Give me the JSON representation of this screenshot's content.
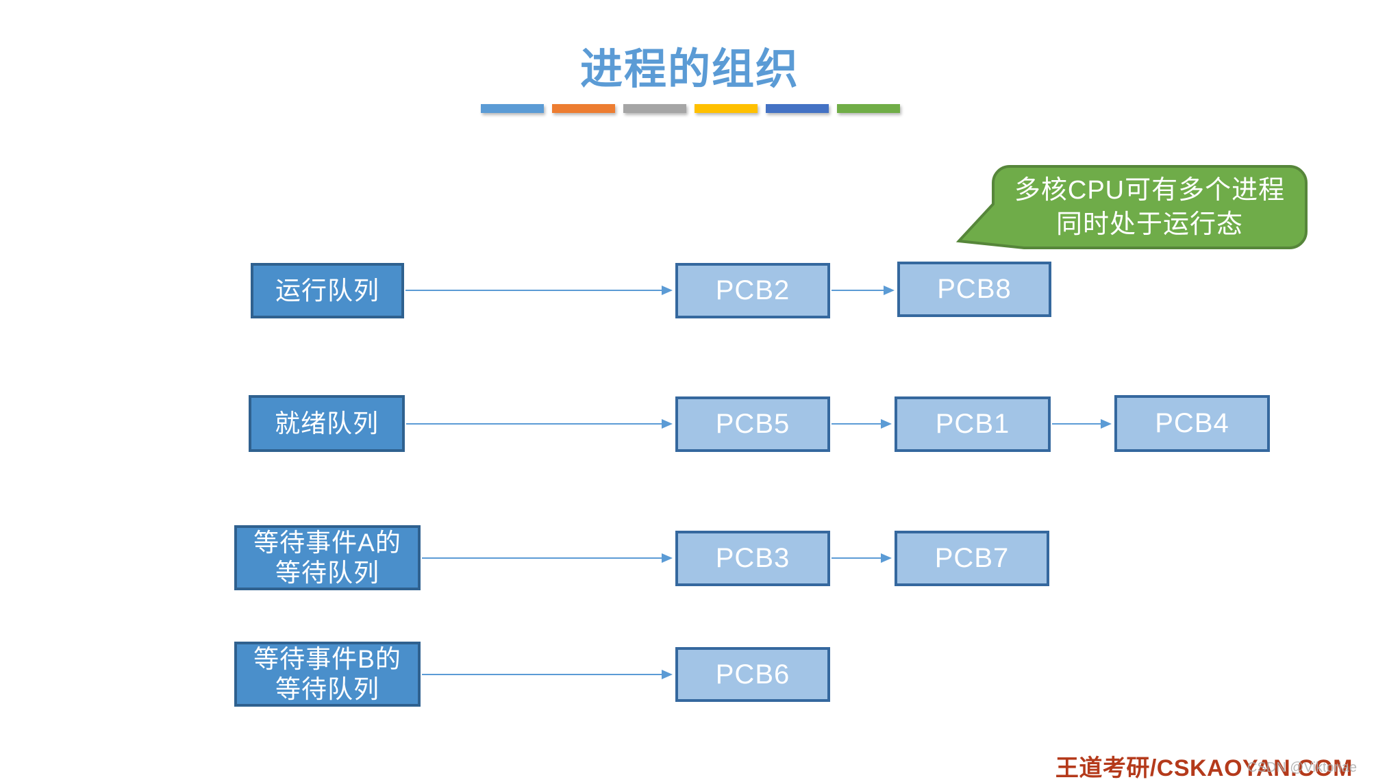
{
  "title": "进程的组织",
  "accent_dashes": [
    "#5B9BD5",
    "#ED7D31",
    "#A5A5A5",
    "#FFC000",
    "#4472C4",
    "#70AD47"
  ],
  "callout": {
    "lines": [
      "多核CPU可有多个进程",
      "同时处于运行态"
    ],
    "fill": "#6FAC49",
    "border": "#56863A"
  },
  "queues": [
    {
      "label_lines": [
        "运行队列"
      ],
      "pcbs": [
        "PCB2",
        "PCB8"
      ]
    },
    {
      "label_lines": [
        "就绪队列"
      ],
      "pcbs": [
        "PCB5",
        "PCB1",
        "PCB4"
      ]
    },
    {
      "label_lines": [
        "等待事件A的",
        "等待队列"
      ],
      "pcbs": [
        "PCB3",
        "PCB7"
      ]
    },
    {
      "label_lines": [
        "等待事件B的",
        "等待队列"
      ],
      "pcbs": [
        "PCB6"
      ]
    }
  ],
  "footer": {
    "brand": "王道考研/CSKAOYAN.COM",
    "watermark": "CSDN @Viktoriae"
  },
  "colors": {
    "title": "#5B9BD5",
    "queue_box_fill": "#4A8FCB",
    "queue_box_border": "#2F618F",
    "pcb_box_fill": "#A2C4E6",
    "pcb_box_border": "#35689E",
    "arrow": "#5B9BD5",
    "brand_red": "#B43A1B"
  }
}
